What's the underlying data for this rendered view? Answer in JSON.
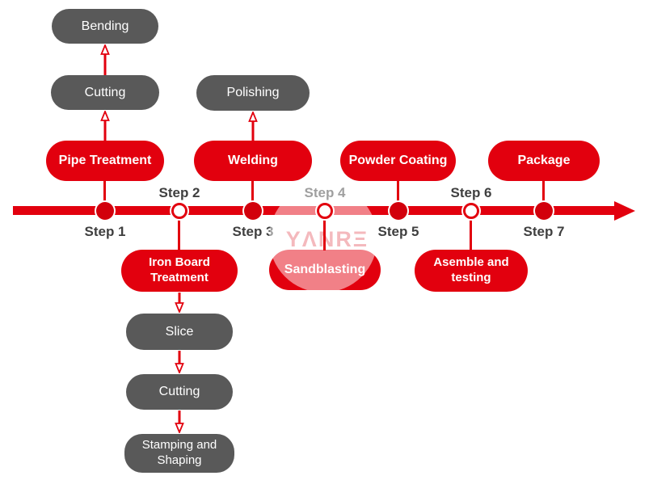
{
  "colors": {
    "accent_red": "#e2000e",
    "node_gray": "#595959",
    "step_label_dark": "#3f3f3f",
    "watermark_pink": "#f3b9bb"
  },
  "steps": [
    {
      "label": "Step 1",
      "side": "below",
      "marker": "filled"
    },
    {
      "label": "Step 2",
      "side": "above",
      "marker": "open"
    },
    {
      "label": "Step 3",
      "side": "below",
      "marker": "filled"
    },
    {
      "label": "Step 4",
      "side": "above",
      "marker": "open"
    },
    {
      "label": "Step 5",
      "side": "below",
      "marker": "filled"
    },
    {
      "label": "Step 6",
      "side": "above",
      "marker": "open"
    },
    {
      "label": "Step 7",
      "side": "below",
      "marker": "filled"
    }
  ],
  "nodes": {
    "pipe_treatment": {
      "label": "Pipe Treatment",
      "step": 1,
      "color": "red"
    },
    "cutting_top": {
      "label": "Cutting",
      "step": 1,
      "color": "gray"
    },
    "bending": {
      "label": "Bending",
      "step": 1,
      "color": "gray"
    },
    "iron_board": {
      "label": "Iron Board\nTreatment",
      "step": 2,
      "color": "red"
    },
    "slice": {
      "label": "Slice",
      "step": 2,
      "color": "gray"
    },
    "cutting_bottom": {
      "label": "Cutting",
      "step": 2,
      "color": "gray"
    },
    "stamping": {
      "label": "Stamping and\nShaping",
      "step": 2,
      "color": "gray"
    },
    "welding": {
      "label": "Welding",
      "step": 3,
      "color": "red"
    },
    "polishing": {
      "label": "Polishing",
      "step": 3,
      "color": "gray"
    },
    "sandblasting": {
      "label": "Sandblasting",
      "step": 4,
      "color": "red"
    },
    "powder_coating": {
      "label": "Powder Coating",
      "step": 5,
      "color": "red"
    },
    "assembly": {
      "label": "Asemble and\ntesting",
      "step": 6,
      "color": "red"
    },
    "package": {
      "label": "Package",
      "step": 7,
      "color": "red"
    }
  },
  "watermark": {
    "brand": "YANRE",
    "display": "YΛNRΞ"
  }
}
